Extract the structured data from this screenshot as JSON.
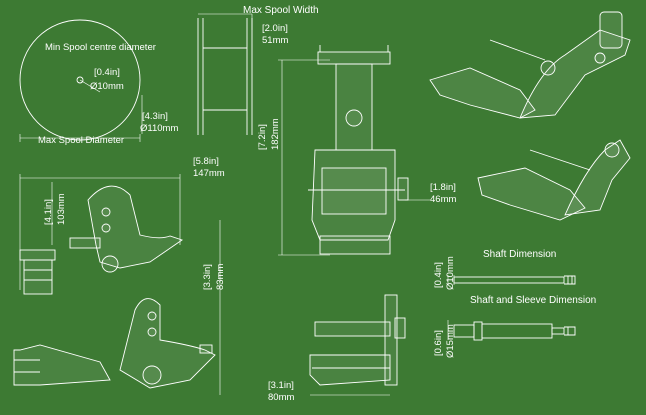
{
  "colors": {
    "background": "#3d7a33",
    "line": "#ffffff",
    "fill": "#e6f0e0"
  },
  "spool": {
    "min_label": "Min Spool centre diameter",
    "min_in": "[0.4in]",
    "min_mm": "Ø10mm",
    "max_label": "Max Spool Diameter",
    "max_in": "[4.3in]",
    "max_mm": "Ø110mm"
  },
  "width": {
    "label": "Max Spool Width",
    "in": "[2.0in]",
    "mm": "51mm"
  },
  "side_view": {
    "length_in": "[5.8in]",
    "length_mm": "147mm",
    "height_in": "[4.1in]",
    "height_mm": "103mm",
    "depth_in": "[3.3in]",
    "depth_mm": "83mm"
  },
  "front_view": {
    "height_in": "[7.2in]",
    "height_mm": "182mm",
    "width_in": "[1.8in]",
    "width_mm": "46mm"
  },
  "bottom_view": {
    "width_in": "[3.1in]",
    "width_mm": "80mm"
  },
  "shaft": {
    "title": "Shaft Dimension",
    "in": "[0.4in]",
    "mm": "Ø10mm"
  },
  "sleeve": {
    "title": "Shaft and Sleeve Dimension",
    "in": "[0.6in]",
    "mm": "Ø15mm"
  }
}
